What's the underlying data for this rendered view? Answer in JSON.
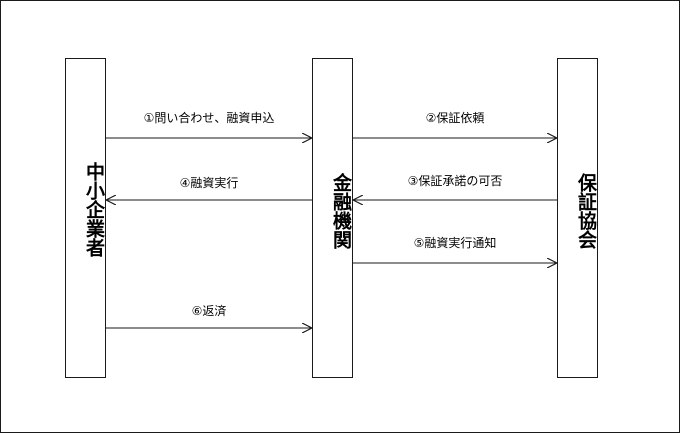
{
  "nodes": {
    "sme": "中小企業者",
    "bank": "金融機関",
    "guarantee": "保証協会"
  },
  "messages": [
    {
      "label": "①問い合わせ、融資申込",
      "from": "sme",
      "to": "bank"
    },
    {
      "label": "②保証依頼",
      "from": "bank",
      "to": "guarantee"
    },
    {
      "label": "③保証承諾の可否",
      "from": "guarantee",
      "to": "bank"
    },
    {
      "label": "④融資実行",
      "from": "bank",
      "to": "sme"
    },
    {
      "label": "⑤融資実行通知",
      "from": "bank",
      "to": "guarantee"
    },
    {
      "label": "⑥返済",
      "from": "sme",
      "to": "bank"
    }
  ]
}
